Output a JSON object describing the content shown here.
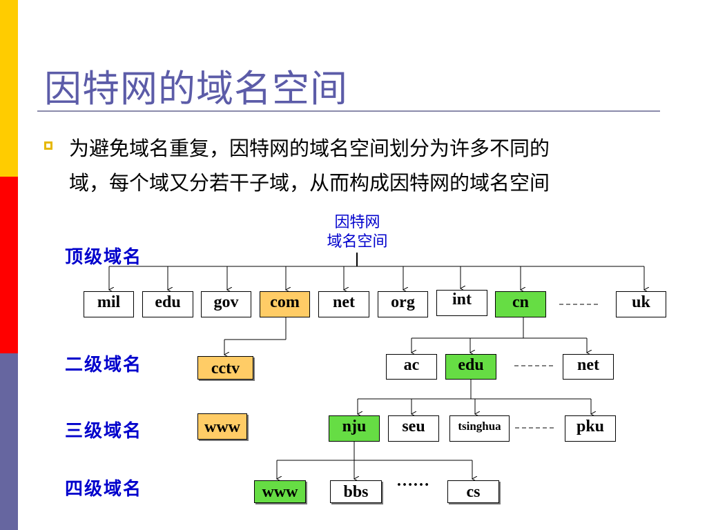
{
  "slide": {
    "title": "因特网的域名空间",
    "bullet_lines": [
      "为避免域名重复，因特网的域名空间划分为许多不同的",
      "域，每个域又分若干子域，从而构成因特网的域名空间"
    ]
  },
  "diagram": {
    "root_lines": [
      "因特网",
      "域名空间"
    ],
    "levels": [
      "顶级域名",
      "二级域名",
      "三级域名",
      "四级域名"
    ],
    "top_level": [
      "mil",
      "edu",
      "gov",
      "com",
      "net",
      "org",
      "int",
      "cn",
      "uk"
    ],
    "second_level": {
      "com_children": [
        "cctv"
      ],
      "cn_children": [
        "ac",
        "edu",
        "net"
      ]
    },
    "third_level": {
      "cctv_children": [
        "www"
      ],
      "edu_children": [
        "nju",
        "seu",
        "tsinghua",
        "pku"
      ]
    },
    "fourth_level": {
      "nju_children": [
        "www",
        "bbs",
        "cs"
      ],
      "ellipsis": "……"
    },
    "colors": {
      "highlight_orange": "#FFCC66",
      "highlight_green": "#66DD44",
      "title_color": "#5C5CA8",
      "label_color": "#0000CC"
    }
  }
}
